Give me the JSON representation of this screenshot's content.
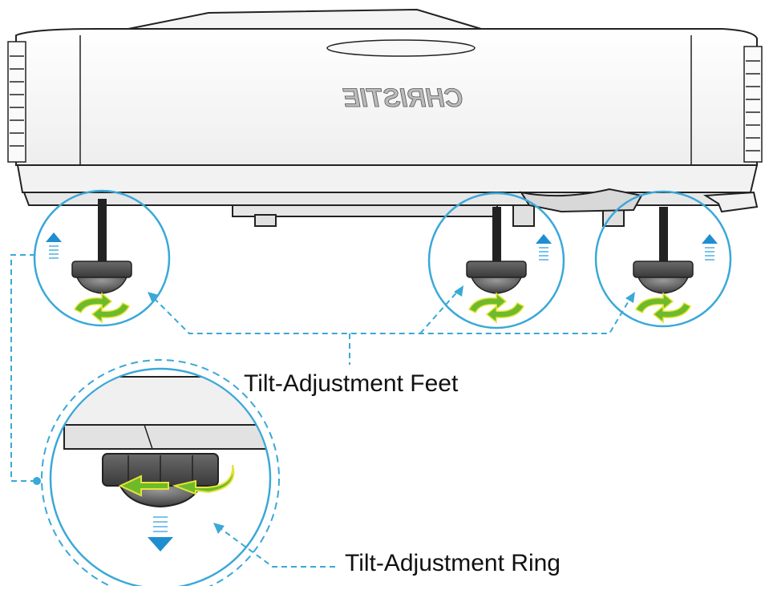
{
  "projector": {
    "brand_logo": "CHRISTIE"
  },
  "labels": {
    "feet": "Tilt-Adjustment Feet",
    "ring": "Tilt-Adjustment Ring"
  },
  "colors": {
    "callout_blue": "#3aa8d8",
    "arrow_green": "#6dbb2a",
    "arrow_yellow": "#e6e33a",
    "arrow_up_blue": "#1f8ed0",
    "outline": "#222222"
  },
  "icons": [
    "rotate-arrows-icon",
    "raise-arrow-icon",
    "lower-arrow-icon"
  ]
}
